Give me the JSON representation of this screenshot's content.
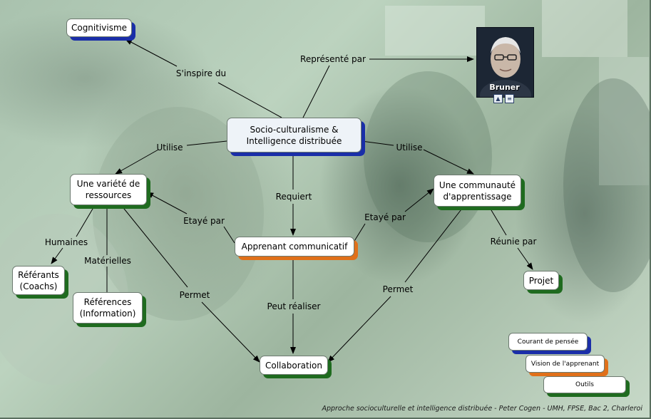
{
  "nodes": {
    "cognitivisme": "Cognitivisme",
    "socio": "Socio-culturalisme & Intelligence distribuée",
    "variete": "Une variété de ressources",
    "communaute": "Une communauté d'apprentissage",
    "apprenant": "Apprenant communicatif",
    "referants": "Référants (Coachs)",
    "references": "Références (Information)",
    "projet": "Projet",
    "collaboration": "Collaboration"
  },
  "links": {
    "inspire": "S'inspire du",
    "represente": "Représenté par",
    "utilise_left": "Utilise",
    "utilise_right": "Utilise",
    "requiert": "Requiert",
    "etaye_left": "Etayé par",
    "etaye_right": "Etayé par",
    "humaines": "Humaines",
    "materielles": "Matérielles",
    "permet_left": "Permet",
    "permet_right": "Permet",
    "peut_realiser": "Peut réaliser",
    "reunie": "Réunie par"
  },
  "person": {
    "name": "Bruner"
  },
  "legend": {
    "courant": "Courant de pensée",
    "vision": "Vision de l'apprenant",
    "outils": "Outils"
  },
  "colors": {
    "courant": "#1a2ea8",
    "vision": "#e0701a",
    "outils": "#1f6b1f"
  },
  "footer": "Approche socioculturelle et intelligence distribuée - Peter Cogen - UMH, FPSE, Bac 2, Charleroi"
}
